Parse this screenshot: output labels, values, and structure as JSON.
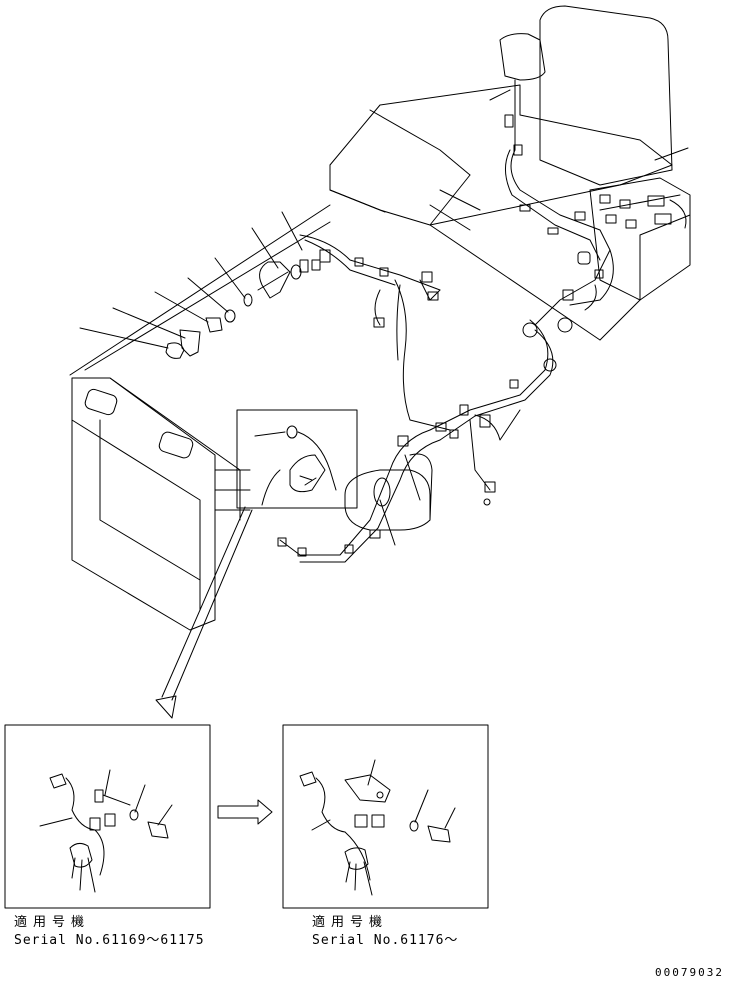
{
  "colors": {
    "ink": "#000000",
    "paper": "#ffffff"
  },
  "panels": [
    {
      "applicable_label": "適用号機",
      "serial": "Serial No.61169～61175"
    },
    {
      "applicable_label": "適用号機",
      "serial": "Serial No.61176～"
    }
  ],
  "document_number": "00079032"
}
